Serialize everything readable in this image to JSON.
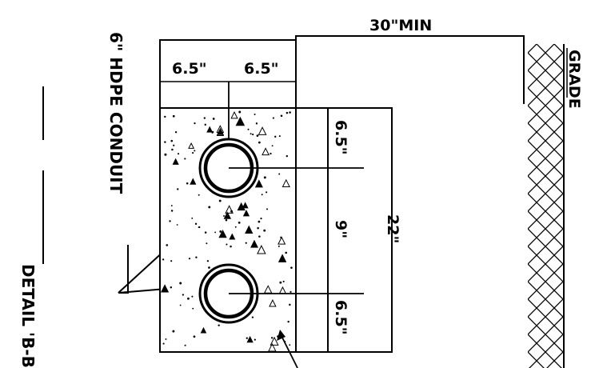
{
  "detail": {
    "title": "DETAIL  'B-B'",
    "conduit_label": "6\" HDPE CONDUIT",
    "grade_label": "GRADE",
    "cover_label": "30\"MIN",
    "dim_horizontal": [
      "6.5\"",
      "6.5\""
    ],
    "dim_vertical": [
      "6.5\"",
      "9\"",
      "6.5\""
    ],
    "dim_total": "22\""
  },
  "conduit_count": 2
}
